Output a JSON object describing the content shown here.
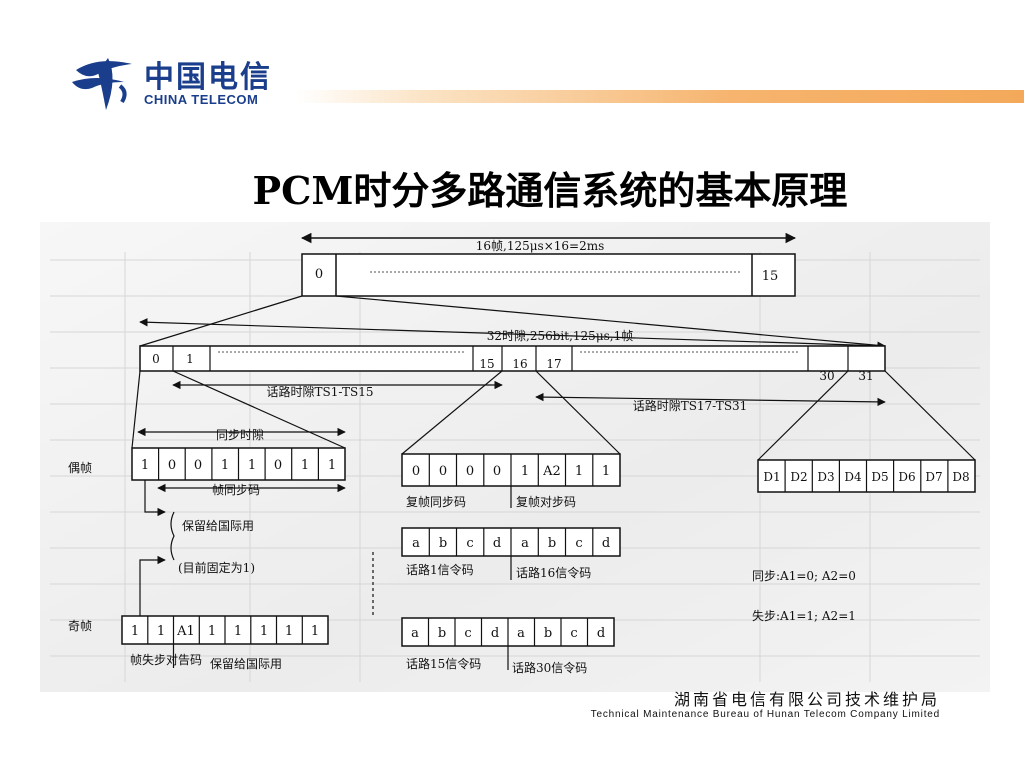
{
  "brand": {
    "name_cn": "中国电信",
    "name_en": "CHINA TELECOM",
    "color": "#1a3e8c"
  },
  "accent_color": "#f4a95a",
  "slide_title": "PCM时分多路通信系统的基本原理",
  "diagram": {
    "multiframe": {
      "label": "16帧,125μs×16=2ms",
      "first": "0",
      "last": "15"
    },
    "frame": {
      "label": "32时隙,256bit,125μs,1帧",
      "slots": [
        "0",
        "1",
        "15",
        "16",
        "17",
        "30",
        "31"
      ],
      "ts_range_1": "话路时隙TS1-TS15",
      "ts_range_2": "话路时隙TS17-TS31"
    },
    "even_frame": {
      "label": "偶帧",
      "sync_label": "同步时隙",
      "bits": [
        "1",
        "0",
        "0",
        "1",
        "1",
        "0",
        "1",
        "1"
      ],
      "frame_sync": "帧同步码"
    },
    "reserved_intl": "保留给国际用",
    "fixed_note": "(目前固定为1)",
    "odd_frame": {
      "label": "奇帧",
      "bits": [
        "1",
        "1",
        "A1",
        "1",
        "1",
        "1",
        "1",
        "1"
      ],
      "alarm": "帧失步对告码",
      "reserved": "保留给国际用"
    },
    "ts16": {
      "bits": [
        "0",
        "0",
        "0",
        "0",
        "1",
        "A2",
        "1",
        "1"
      ],
      "mf_sync": "复帧同步码",
      "mf_align": "复帧对步码"
    },
    "signal_row1": {
      "bits": [
        "a",
        "b",
        "c",
        "d",
        "a",
        "b",
        "c",
        "d"
      ],
      "left": "话路1信令码",
      "right": "话路16信令码"
    },
    "signal_row2": {
      "bits": [
        "a",
        "b",
        "c",
        "d",
        "a",
        "b",
        "c",
        "d"
      ],
      "left": "话路15信令码",
      "right": "话路30信令码"
    },
    "voice_bits": [
      "D1",
      "D2",
      "D3",
      "D4",
      "D5",
      "D6",
      "D7",
      "D8"
    ],
    "sync_state": "同步:A1=0;   A2=0",
    "loss_state": "失步:A1=1;   A2=1"
  },
  "footer": {
    "org_cn": "湖南省电信有限公司技术维护局",
    "org_en": "Technical Maintenance Bureau of Hunan Telecom Company Limited"
  }
}
